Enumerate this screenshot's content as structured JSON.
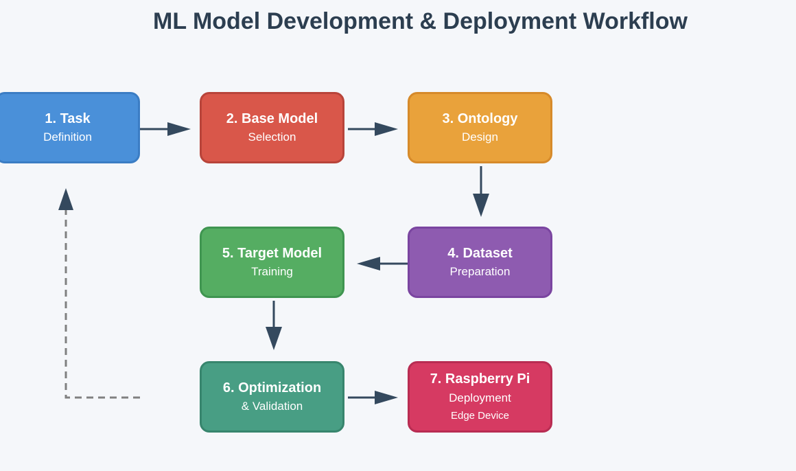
{
  "title": "ML Model Development & Deployment Workflow",
  "steps": [
    {
      "title": "1. Task",
      "subtitle": "Definition",
      "fill": "#4a90d9",
      "border": "#3b7dc4"
    },
    {
      "title": "2. Base Model",
      "subtitle": "Selection",
      "fill": "#d9574a",
      "border": "#b8443a"
    },
    {
      "title": "3. Ontology",
      "subtitle": "Design",
      "fill": "#e9a23b",
      "border": "#d68a2a"
    },
    {
      "title": "4. Dataset",
      "subtitle": "Preparation",
      "fill": "#8e5bb0",
      "border": "#7a45a0"
    },
    {
      "title": "5. Target Model",
      "subtitle": "Training",
      "fill": "#55ad62",
      "border": "#3f9550"
    },
    {
      "title": "6. Optimization",
      "subtitle": "& Validation",
      "fill": "#489e84",
      "border": "#37856d"
    },
    {
      "title": "7. Raspberry Pi",
      "subtitle": "Deployment",
      "extra": "Edge Device",
      "fill": "#d63a62",
      "border": "#b82c52"
    }
  ],
  "colors": {
    "background": "#f5f7fa",
    "title": "#2c3e50",
    "arrow": "#34495e",
    "feedback": "#808080"
  }
}
